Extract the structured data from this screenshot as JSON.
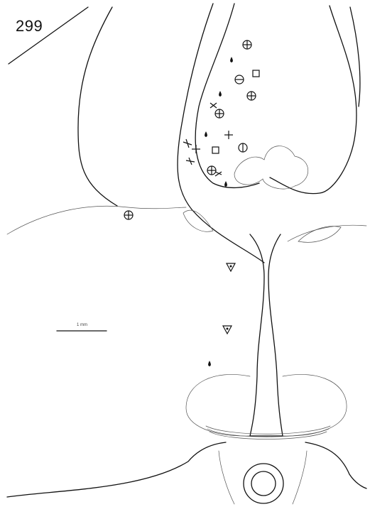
{
  "figure": {
    "plate_number": "299",
    "scale_bar_label": "1 mm"
  },
  "legend_symbols": [
    "circle-plus",
    "circle-minus",
    "open-square",
    "plus",
    "droplet",
    "y-shaped-fiber",
    "inverted-triangle-with-dot"
  ]
}
